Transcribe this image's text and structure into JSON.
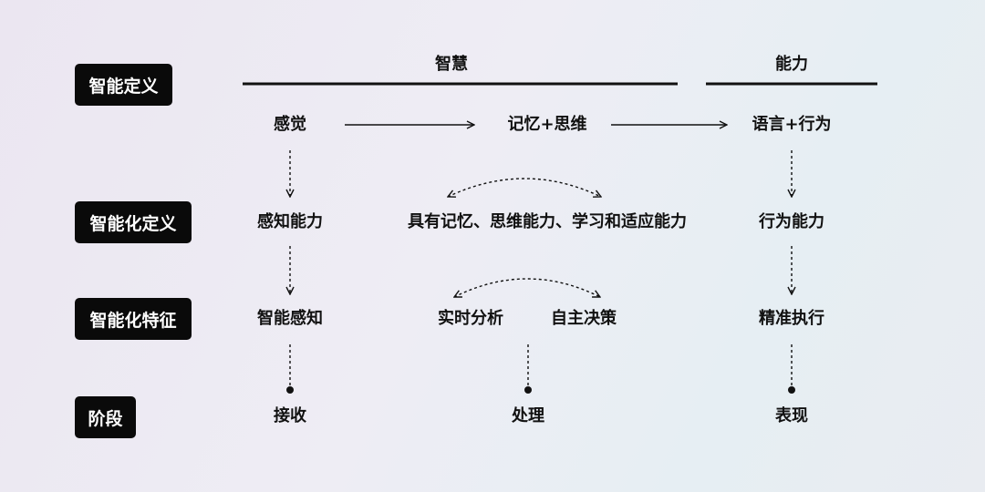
{
  "row_labels": {
    "definition": "智能定义",
    "ability_definition": "智能化定义",
    "features": "智能化特征",
    "stage": "阶段"
  },
  "headers": {
    "wisdom": "智慧",
    "ability": "能力"
  },
  "definition_row": {
    "perception": "感觉",
    "memory_thinking": "记忆+思维",
    "language_action": "语言+行为"
  },
  "ability_row": {
    "perception_ability": "感知能力",
    "middle": "具有记忆、思维能力、学习和适应能力",
    "action_ability": "行为能力"
  },
  "features_row": {
    "smart_perception": "智能感知",
    "realtime_analysis": "实时分析",
    "autonomous_decision": "自主决策",
    "precise_execution": "精准执行"
  },
  "stage_row": {
    "receive": "接收",
    "process": "处理",
    "express": "表现"
  }
}
